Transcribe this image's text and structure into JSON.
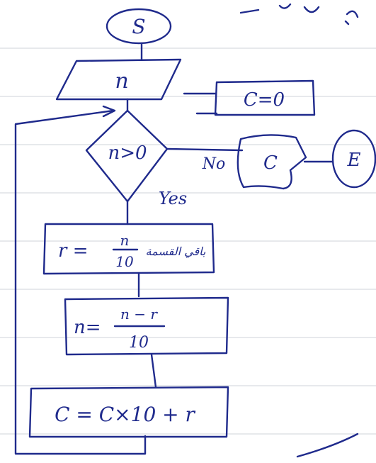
{
  "flowchart": {
    "start": "S",
    "input": "n",
    "init": "C=0",
    "decision": "n>0",
    "no_label": "No",
    "yes_label": "Yes",
    "output": "C",
    "end": "E",
    "step_r": {
      "lhs": "r =",
      "numerator": "n",
      "denominator": "10",
      "note": "باقي القسمة"
    },
    "step_n": {
      "lhs": "n=",
      "numerator": "n − r",
      "denominator": "10"
    },
    "step_c": "C = C×10 + r"
  },
  "colors": {
    "ink": "#1f2a8c",
    "paper_lines": "#cfd3da",
    "paper": "#ffffff"
  }
}
